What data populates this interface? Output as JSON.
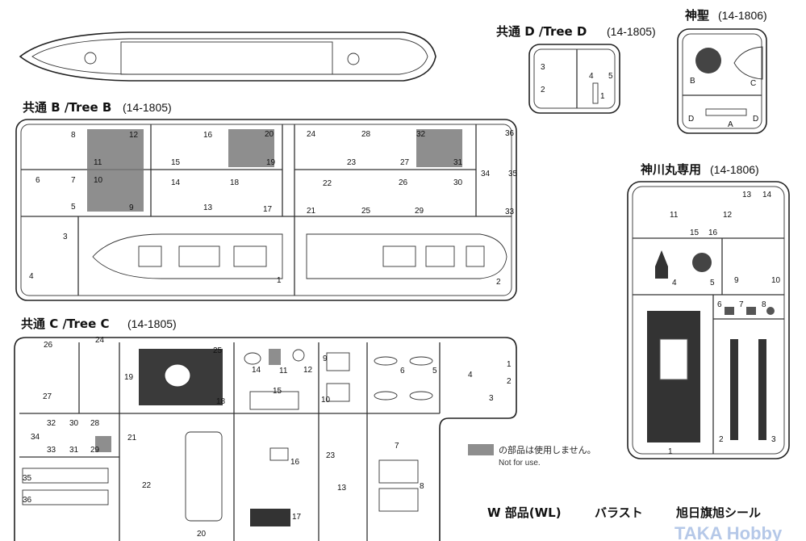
{
  "tree_b": {
    "title": "共通 B /Tree B",
    "code": "(14-1805)",
    "parts": [
      "1",
      "2",
      "3",
      "4",
      "5",
      "6",
      "7",
      "8",
      "9",
      "10",
      "11",
      "12",
      "13",
      "14",
      "15",
      "16",
      "17",
      "18",
      "19",
      "20",
      "21",
      "22",
      "23",
      "24",
      "25",
      "26",
      "27",
      "28",
      "29",
      "30",
      "31",
      "32",
      "33",
      "34",
      "35",
      "36"
    ]
  },
  "tree_c": {
    "title": "共通 C /Tree C",
    "code": "(14-1805)",
    "parts": [
      "1",
      "2",
      "3",
      "4",
      "5",
      "6",
      "7",
      "8",
      "9",
      "10",
      "11",
      "12",
      "13",
      "14",
      "15",
      "16",
      "17",
      "18",
      "19",
      "20",
      "21",
      "22",
      "23",
      "24",
      "25",
      "26",
      "27",
      "28",
      "29",
      "30",
      "31",
      "32",
      "33",
      "34",
      "35",
      "36"
    ]
  },
  "tree_d": {
    "title": "共通 D /Tree D",
    "code": "(14-1805)",
    "parts": [
      "1",
      "2",
      "3",
      "4",
      "5"
    ]
  },
  "shinsei": {
    "title": "神聖",
    "code": "(14-1806)",
    "parts": [
      "A",
      "B",
      "C",
      "D",
      "D"
    ]
  },
  "kamikawa": {
    "title": "神川丸専用",
    "code": "(14-1806)",
    "parts": [
      "1",
      "2",
      "3",
      "4",
      "5",
      "6",
      "7",
      "8",
      "9",
      "10",
      "11",
      "12",
      "13",
      "14",
      "15",
      "16"
    ]
  },
  "legend": {
    "jp": "の部品は使用しません。",
    "en": "Not for use.",
    "color": "#7a7a7a"
  },
  "bottom": {
    "w_parts": "W 部品(WL)",
    "ballast": "バラスト",
    "flag_sticker": "旭日旗旭シール"
  },
  "watermark": "TAKA Hobby"
}
